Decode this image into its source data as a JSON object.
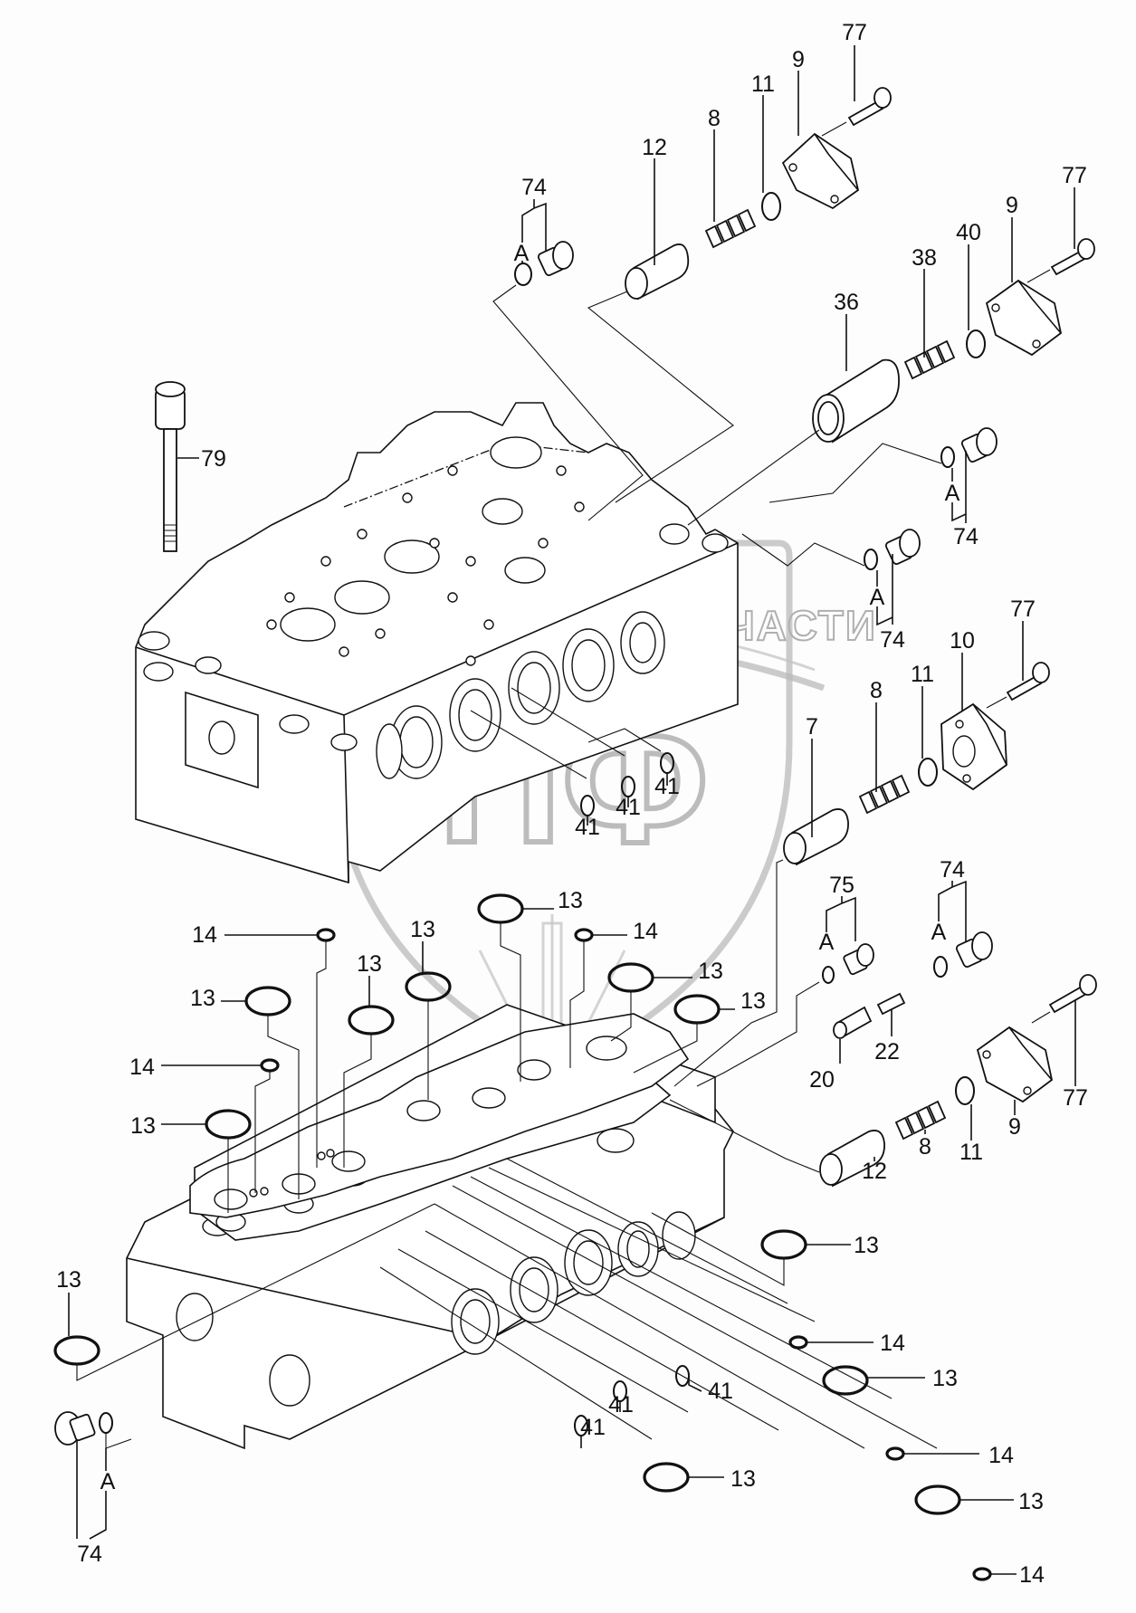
{
  "diagram": {
    "type": "exploded-parts-view",
    "subject": "Control valve assembly",
    "watermark": {
      "text": "ТЕХНИКА ЗАПЧАСТИ",
      "logo_letters": "ЗПФ",
      "color": "#b9b9b9"
    },
    "line_color": "#111111",
    "background": "#fdfdfd"
  },
  "callouts": [
    {
      "id": "c1",
      "label": "77"
    },
    {
      "id": "c2",
      "label": "9"
    },
    {
      "id": "c3",
      "label": "11"
    },
    {
      "id": "c4",
      "label": "8"
    },
    {
      "id": "c5",
      "label": "12"
    },
    {
      "id": "c6",
      "label": "74"
    },
    {
      "id": "c7",
      "label": "A"
    },
    {
      "id": "c8",
      "label": "77"
    },
    {
      "id": "c9",
      "label": "9"
    },
    {
      "id": "c10",
      "label": "40"
    },
    {
      "id": "c11",
      "label": "38"
    },
    {
      "id": "c12",
      "label": "36"
    },
    {
      "id": "c13",
      "label": "79"
    },
    {
      "id": "c14",
      "label": "A"
    },
    {
      "id": "c15",
      "label": "74"
    },
    {
      "id": "c16",
      "label": "A"
    },
    {
      "id": "c17",
      "label": "74"
    },
    {
      "id": "c18",
      "label": "77"
    },
    {
      "id": "c19",
      "label": "10"
    },
    {
      "id": "c20",
      "label": "11"
    },
    {
      "id": "c21",
      "label": "8"
    },
    {
      "id": "c22",
      "label": "7"
    },
    {
      "id": "c23",
      "label": "41"
    },
    {
      "id": "c24",
      "label": "41"
    },
    {
      "id": "c25",
      "label": "41"
    },
    {
      "id": "c26",
      "label": "13"
    },
    {
      "id": "c27",
      "label": "14"
    },
    {
      "id": "c28",
      "label": "13"
    },
    {
      "id": "c29",
      "label": "13"
    },
    {
      "id": "c30",
      "label": "13"
    },
    {
      "id": "c31",
      "label": "13"
    },
    {
      "id": "c32",
      "label": "14"
    },
    {
      "id": "c33",
      "label": "13"
    },
    {
      "id": "c34",
      "label": "14"
    },
    {
      "id": "c35",
      "label": "13"
    },
    {
      "id": "c36",
      "label": "75"
    },
    {
      "id": "c37",
      "label": "A"
    },
    {
      "id": "c38",
      "label": "74"
    },
    {
      "id": "c39",
      "label": "A"
    },
    {
      "id": "c40",
      "label": "20"
    },
    {
      "id": "c41",
      "label": "22"
    },
    {
      "id": "c42",
      "label": "77"
    },
    {
      "id": "c43",
      "label": "9"
    },
    {
      "id": "c44",
      "label": "11"
    },
    {
      "id": "c45",
      "label": "8"
    },
    {
      "id": "c46",
      "label": "12"
    },
    {
      "id": "c47",
      "label": "13"
    },
    {
      "id": "c48",
      "label": "14"
    },
    {
      "id": "c49",
      "label": "41"
    },
    {
      "id": "c50",
      "label": "13"
    },
    {
      "id": "c51",
      "label": "41"
    },
    {
      "id": "c52",
      "label": "41"
    },
    {
      "id": "c53",
      "label": "14"
    },
    {
      "id": "c54",
      "label": "13"
    },
    {
      "id": "c55",
      "label": "13"
    },
    {
      "id": "c56",
      "label": "14"
    },
    {
      "id": "c57",
      "label": "13"
    },
    {
      "id": "c58",
      "label": "A"
    },
    {
      "id": "c59",
      "label": "74"
    }
  ]
}
